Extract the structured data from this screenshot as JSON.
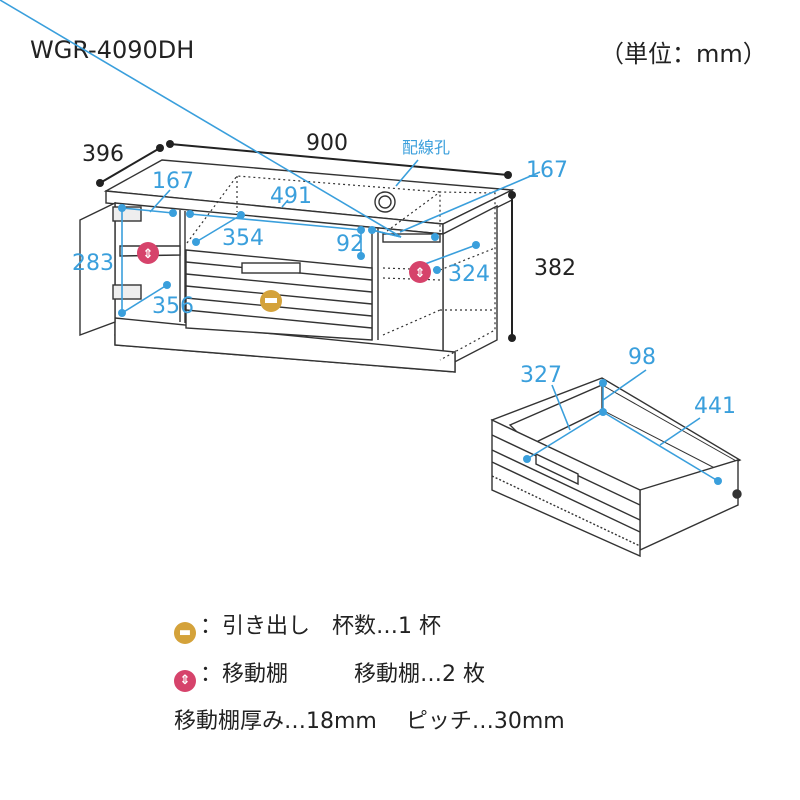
{
  "header": {
    "model": "WGR-4090DH",
    "unit": "（単位：mm）"
  },
  "cabinet": {
    "width": "900",
    "depth": "396",
    "height": "382",
    "cable_hole_label": "配線孔",
    "left_inner_depth": "167",
    "left_inner_height": "283",
    "left_shelf_depth": "356",
    "center_width": "491",
    "center_depth": "354",
    "center_height": "92",
    "right_inner_depth": "167",
    "right_shelf_depth": "324"
  },
  "drawer": {
    "depth": "327",
    "height": "98",
    "width": "441"
  },
  "legend": {
    "drawer_label": "：引き出し　杯数…1 杯",
    "shelf_label": "：移動棚　　　移動棚…2 枚",
    "shelf_note": "移動棚厚み…18mm　 ピッチ…30mm"
  },
  "colors": {
    "dimension": "#3a9fdc",
    "drawer_icon": "#d4a23a",
    "shelf_icon": "#d6436b"
  }
}
